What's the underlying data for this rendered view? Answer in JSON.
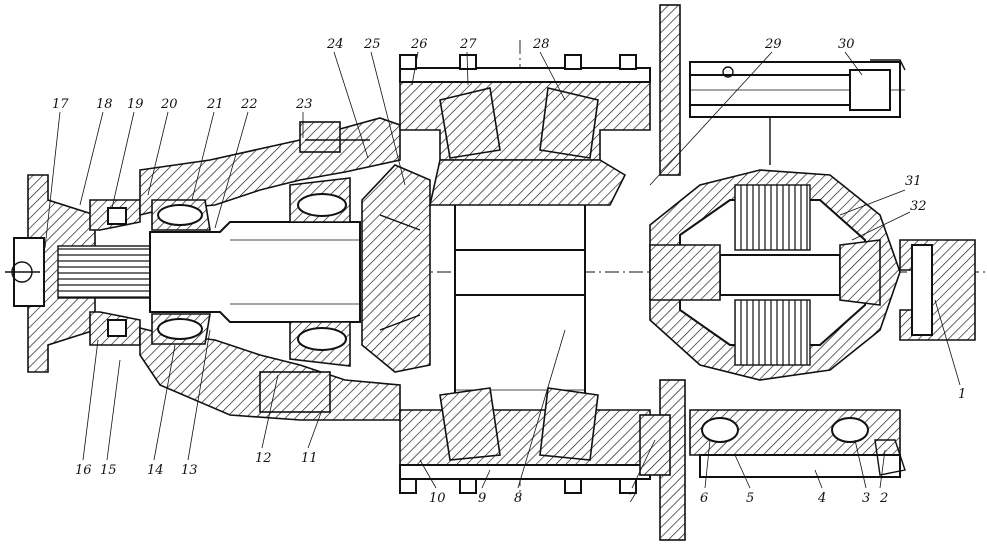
{
  "callouts": [
    {
      "id": 1,
      "text": "1"
    },
    {
      "id": 2,
      "text": "2"
    },
    {
      "id": 3,
      "text": "3"
    },
    {
      "id": 4,
      "text": "4"
    },
    {
      "id": 5,
      "text": "5"
    },
    {
      "id": 6,
      "text": "6"
    },
    {
      "id": 7,
      "text": "7"
    },
    {
      "id": 8,
      "text": "8"
    },
    {
      "id": 9,
      "text": "9"
    },
    {
      "id": 10,
      "text": "10"
    },
    {
      "id": 11,
      "text": "11"
    },
    {
      "id": 12,
      "text": "12"
    },
    {
      "id": 13,
      "text": "13"
    },
    {
      "id": 14,
      "text": "14"
    },
    {
      "id": 15,
      "text": "15"
    },
    {
      "id": 16,
      "text": "16"
    },
    {
      "id": 17,
      "text": "17"
    },
    {
      "id": 18,
      "text": "18"
    },
    {
      "id": 19,
      "text": "19"
    },
    {
      "id": 20,
      "text": "20"
    },
    {
      "id": 21,
      "text": "21"
    },
    {
      "id": 22,
      "text": "22"
    },
    {
      "id": 23,
      "text": "23"
    },
    {
      "id": 24,
      "text": "24"
    },
    {
      "id": 25,
      "text": "25"
    },
    {
      "id": 26,
      "text": "26"
    },
    {
      "id": 27,
      "text": "27"
    },
    {
      "id": 28,
      "text": "28"
    },
    {
      "id": 29,
      "text": "29"
    },
    {
      "id": 30,
      "text": "30"
    },
    {
      "id": 31,
      "text": "31"
    },
    {
      "id": 32,
      "text": "32"
    }
  ]
}
